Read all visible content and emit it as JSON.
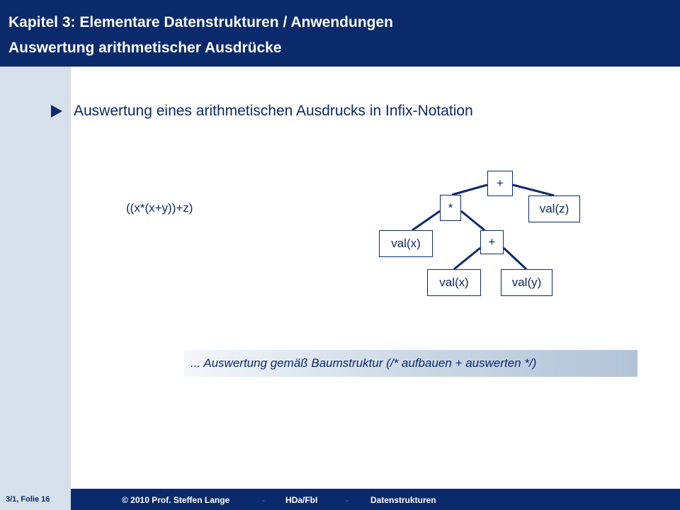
{
  "header": {
    "title_line1": "Kapitel 3: Elementare Datenstrukturen / Anwendungen",
    "title_line2": "Auswertung arithmetischer Ausdrücke"
  },
  "bullet": {
    "text": "Auswertung eines arithmetischen Ausdrucks in Infix-Notation"
  },
  "expression": "((x*(x+y))+z)",
  "tree": {
    "root": "+",
    "left": "*",
    "right": "val(z)",
    "left_left": "val(x)",
    "left_right": "+",
    "leaf_x": "val(x)",
    "leaf_y": "val(y)"
  },
  "note": "... Auswertung gemäß Baumstruktur (/* aufbauen + auswerten */)",
  "footer": {
    "slide_number": "3/1, Folie 16",
    "copyright": "© 2010 Prof. Steffen Lange",
    "sep1": "-",
    "institute": "HDa/FbI",
    "sep2": "-",
    "course": "Datenstrukturen"
  },
  "colors": {
    "primary": "#0b2a6b",
    "sidebar": "#d6e0ea",
    "background": "#ffffff"
  }
}
